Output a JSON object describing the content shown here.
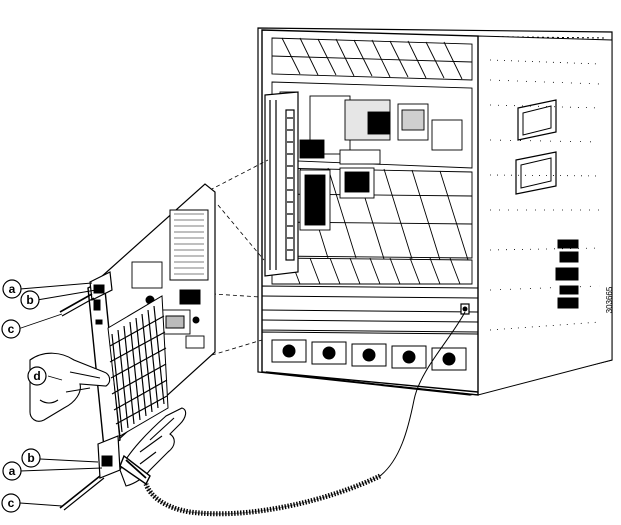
{
  "figure": {
    "figure_id": "303665",
    "callouts": [
      {
        "id": "callout-a-top",
        "letter": "a"
      },
      {
        "id": "callout-b-top",
        "letter": "b"
      },
      {
        "id": "callout-c-top",
        "letter": "c"
      },
      {
        "id": "callout-d",
        "letter": "d"
      },
      {
        "id": "callout-b-bottom",
        "letter": "b"
      },
      {
        "id": "callout-a-bottom",
        "letter": "a"
      },
      {
        "id": "callout-c-bottom",
        "letter": "c"
      }
    ]
  }
}
